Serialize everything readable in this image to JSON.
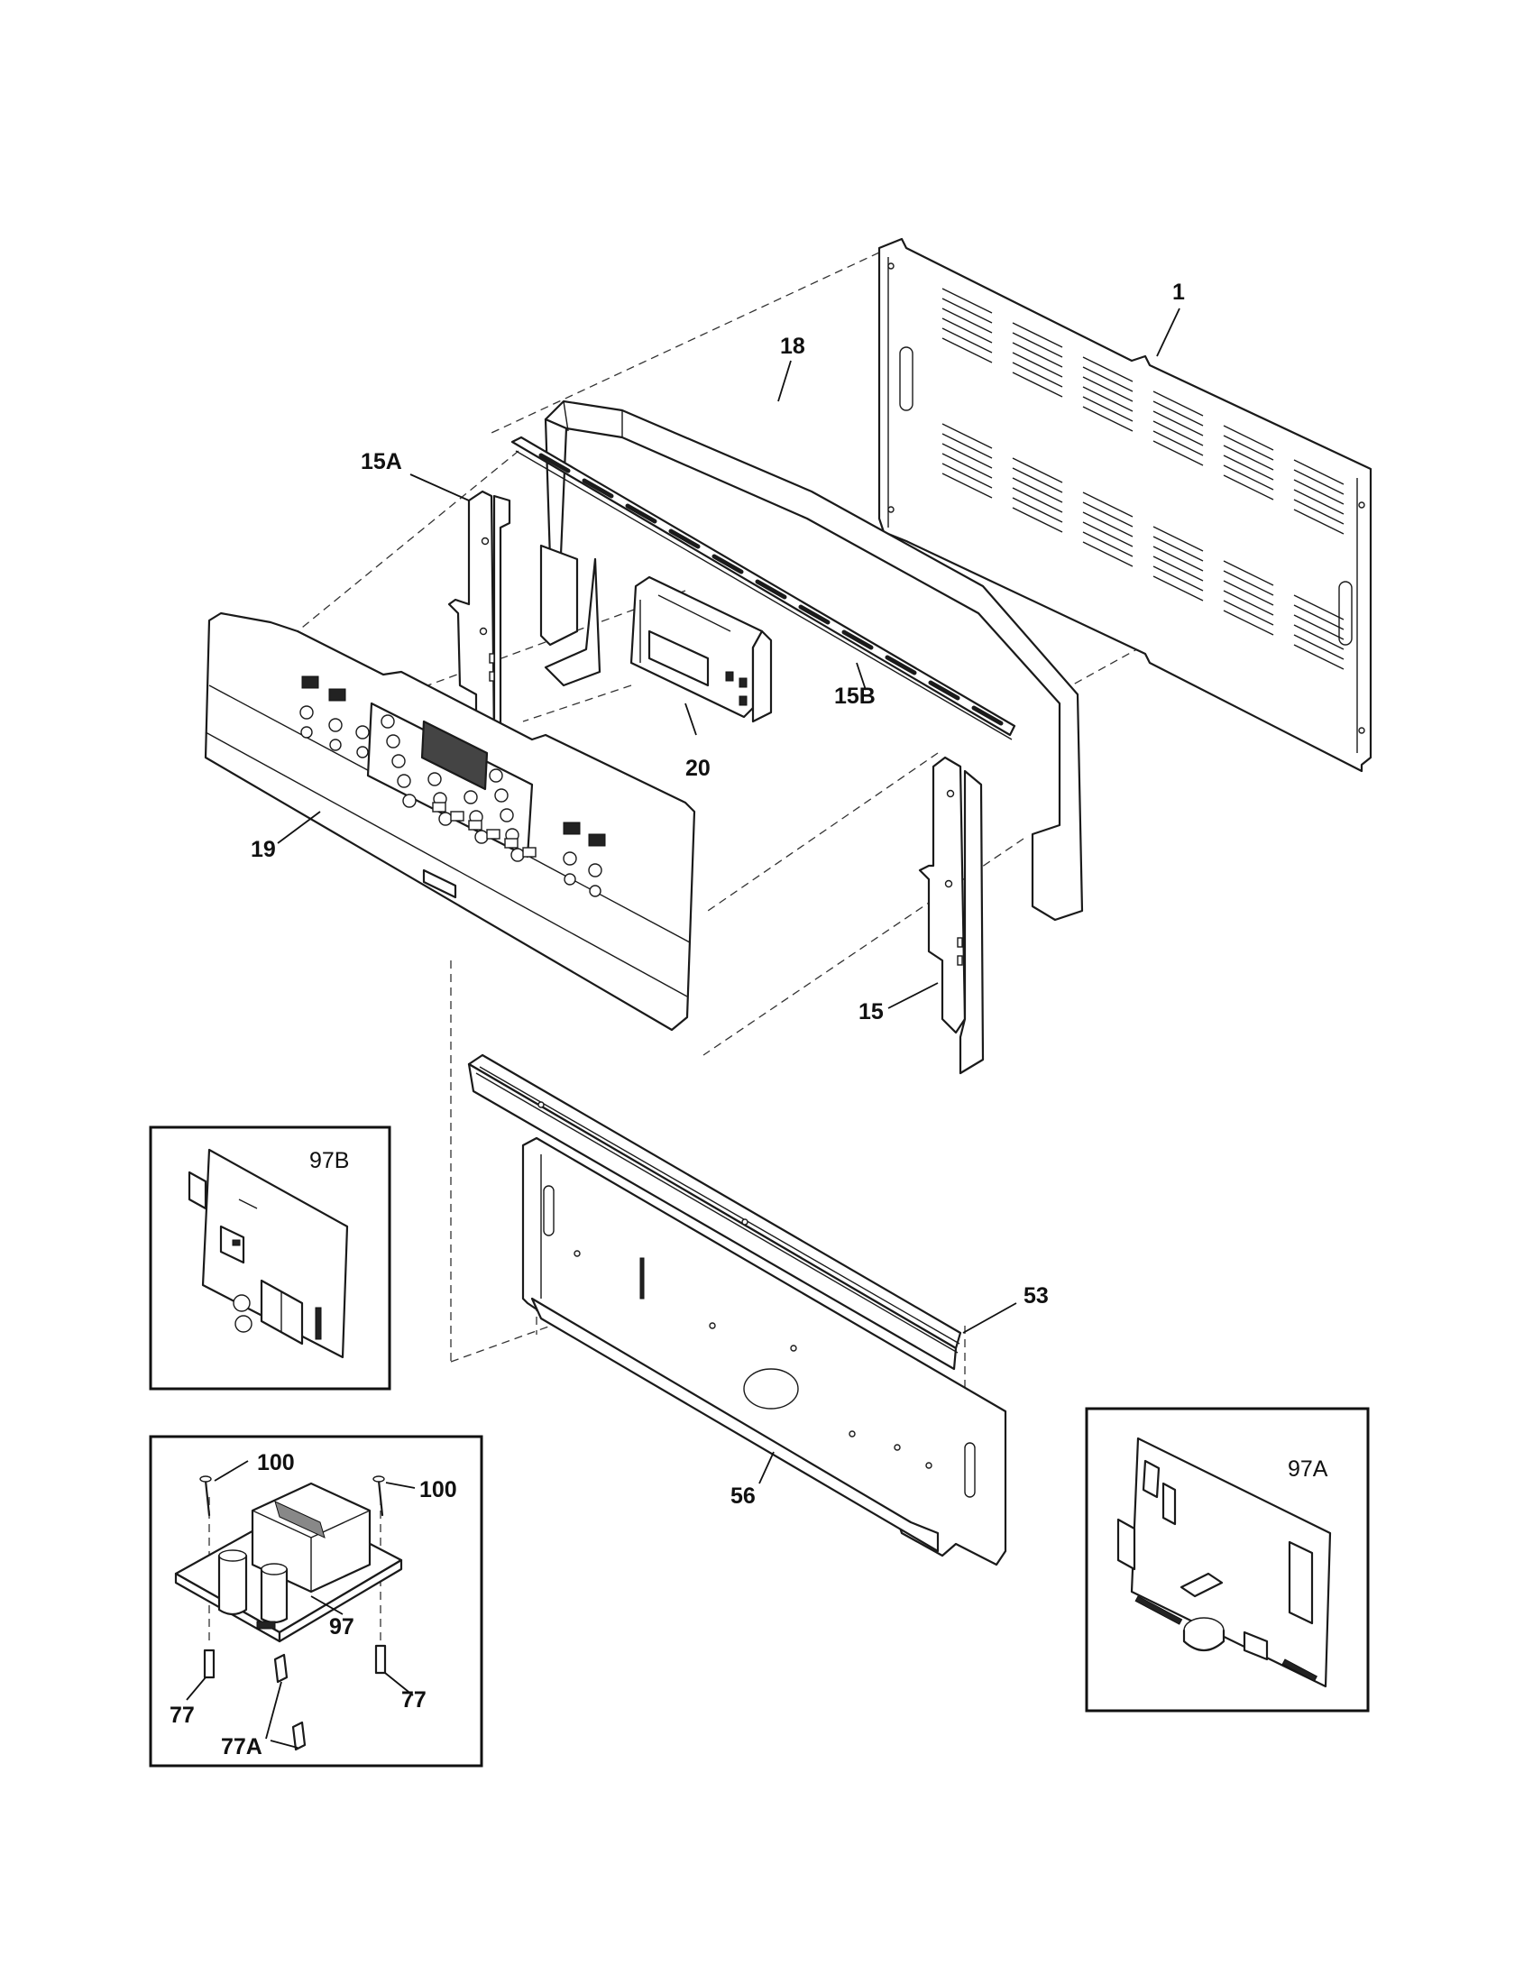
{
  "callouts": {
    "p1": "1",
    "p18": "18",
    "p15A": "15A",
    "p15B": "15B",
    "p20": "20",
    "p19": "19",
    "p15": "15",
    "p53": "53",
    "p56": "56",
    "p97B": "97B",
    "p97A": "97A",
    "p97": "97",
    "p100a": "100",
    "p100b": "100",
    "p77a": "77",
    "p77b": "77",
    "p77A": "77A"
  }
}
